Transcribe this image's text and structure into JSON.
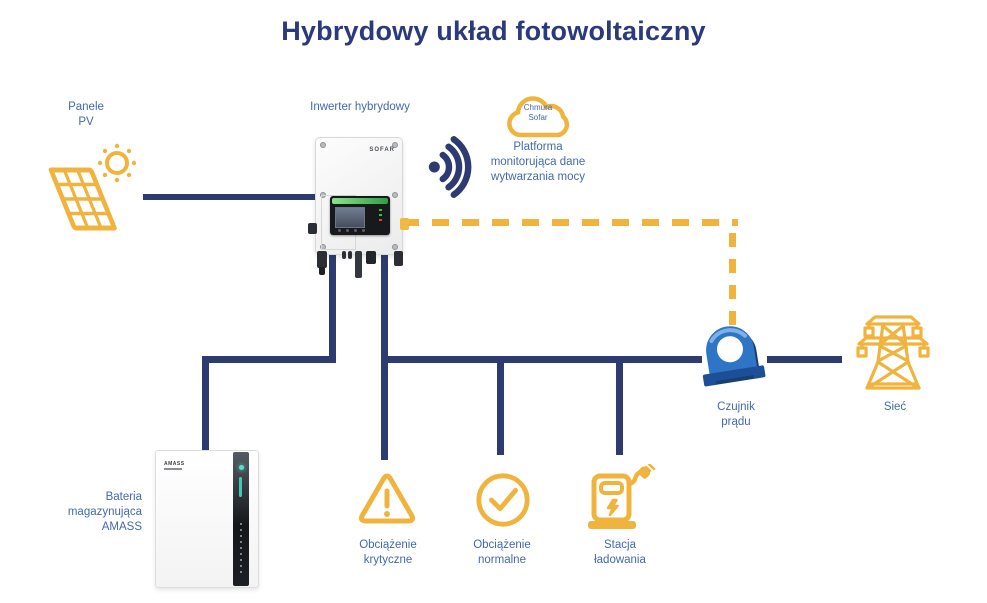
{
  "title": "Hybrydowy układ fotowoltaiczny",
  "pv": {
    "label": "Panele\nPV"
  },
  "inverter": {
    "label": "Inwerter hybrydowy",
    "brand": "SOFAR"
  },
  "cloud": {
    "label": "Chmura\nSofar",
    "description": "Platforma\nmonitorująca dane\nwytwarzania mocy"
  },
  "sensor": {
    "label": "Czujnik\nprądu"
  },
  "grid": {
    "label": "Sieć"
  },
  "battery": {
    "label": "Bateria\nmagazynująca\nAMASS",
    "brand": "AMASS"
  },
  "loads": {
    "critical": "Obciążenie\nkrytyczne",
    "normal": "Obciążenie\nnormalne",
    "charging": "Stacja\nładowania"
  },
  "colors": {
    "title_navy": "#2b3a7d",
    "line_navy": "#2e3b70",
    "label_blue": "#4468ad",
    "accent_yellow": "#f0b43e",
    "sensor_blue": "#2e75c5",
    "battery_led_teal": "#57e0c8"
  }
}
